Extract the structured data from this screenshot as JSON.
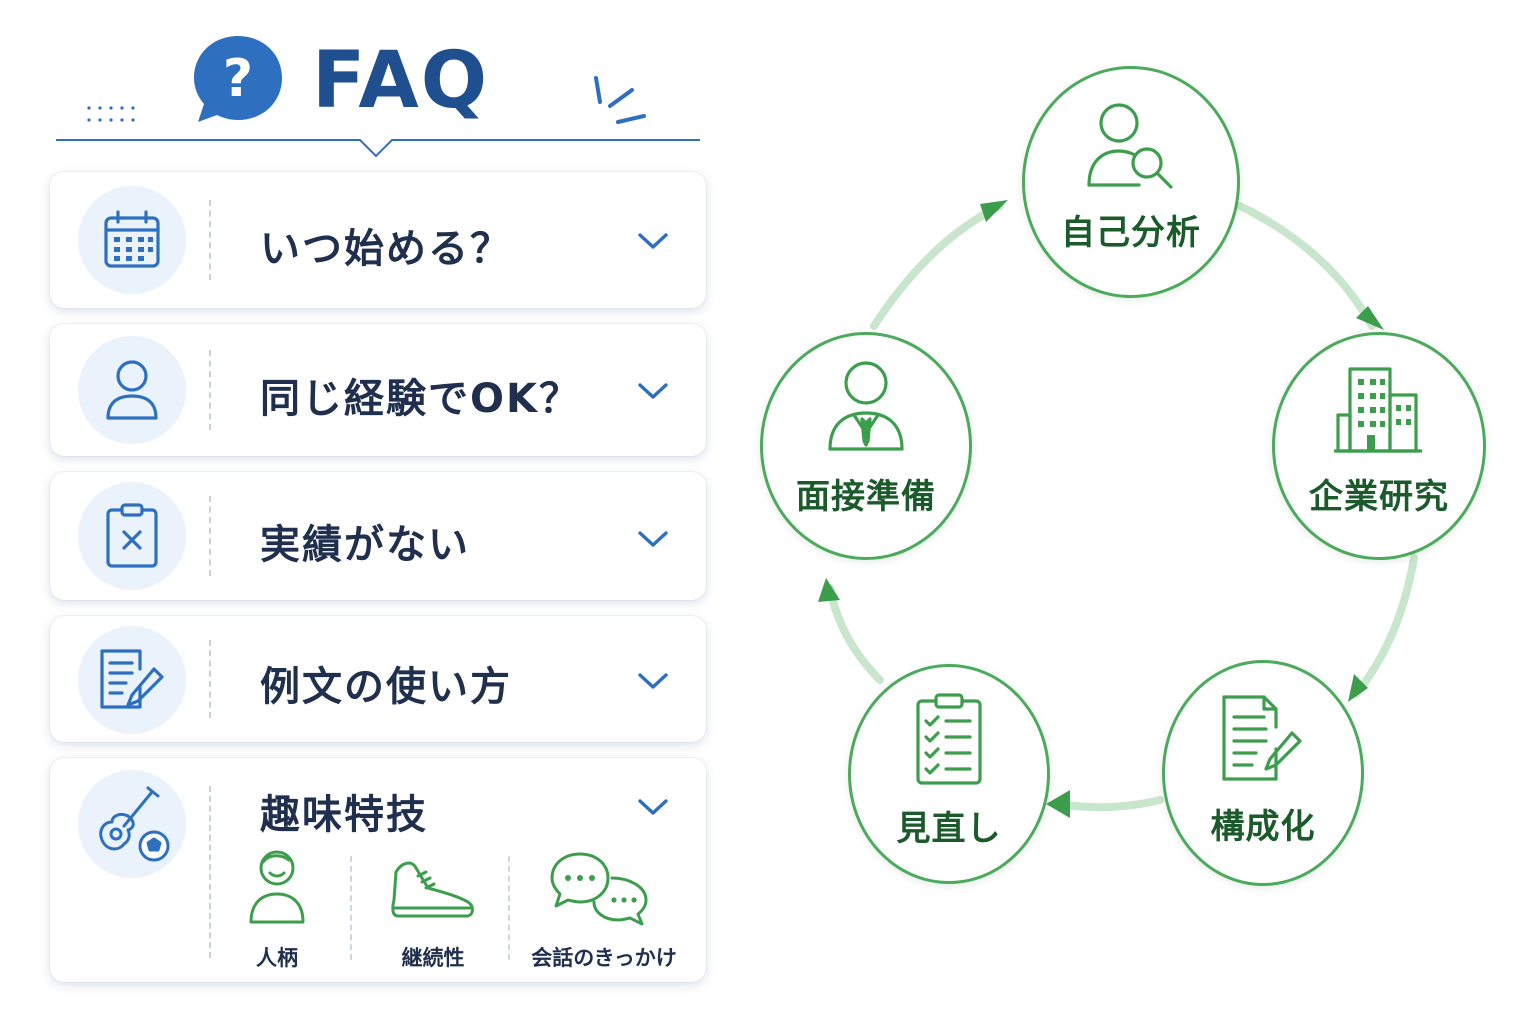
{
  "header": {
    "title": "FAQ",
    "bubble_glyph": "?",
    "accent": "#1f4f8e",
    "bubble_color": "#2f6fc0"
  },
  "faq": {
    "items": [
      {
        "icon": "calendar-icon",
        "question": "いつ始める？"
      },
      {
        "icon": "person-icon",
        "question": "同じ経験でOK？"
      },
      {
        "icon": "clipboard-x-icon",
        "question": "実績がない"
      },
      {
        "icon": "document-pen-icon",
        "question": "例文の使い方"
      },
      {
        "icon": "guitar-soccer-icon",
        "question": "趣味特技"
      }
    ],
    "sub_items": [
      {
        "icon": "smiling-person-icon",
        "label": "人柄"
      },
      {
        "icon": "sneaker-icon",
        "label": "継続性"
      },
      {
        "icon": "chat-bubbles-icon",
        "label": "会話のきっかけ"
      }
    ]
  },
  "cycle": {
    "color": "#4caa5c",
    "nodes": [
      {
        "icon": "person-search-icon",
        "label": "自己分析"
      },
      {
        "icon": "building-icon",
        "label": "企業研究"
      },
      {
        "icon": "document-edit-icon",
        "label": "構成化"
      },
      {
        "icon": "checklist-icon",
        "label": "見直し"
      },
      {
        "icon": "businessman-icon",
        "label": "面接準備"
      }
    ]
  }
}
